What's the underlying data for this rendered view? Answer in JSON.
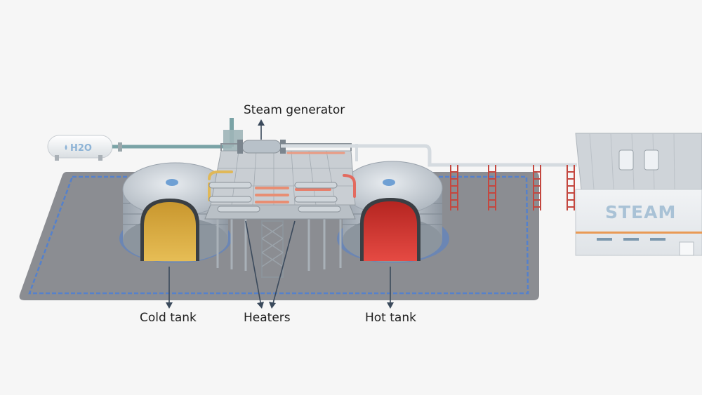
{
  "labels": {
    "steam_generator": "Steam generator",
    "cold_tank": "Cold tank",
    "heaters": "Heaters",
    "hot_tank": "Hot tank"
  },
  "building": {
    "sign": "STEAM"
  },
  "water_tank": {
    "label": "H2O"
  },
  "colors": {
    "cold_fluid": "#d9a93b",
    "hot_fluid": "#dc3b36",
    "base": "#8b8d92",
    "base_glow": "#4b7fd6",
    "pipe": "#7aa3a6",
    "ladder": "#c4473f",
    "leader_line": "#3b4a5c"
  }
}
